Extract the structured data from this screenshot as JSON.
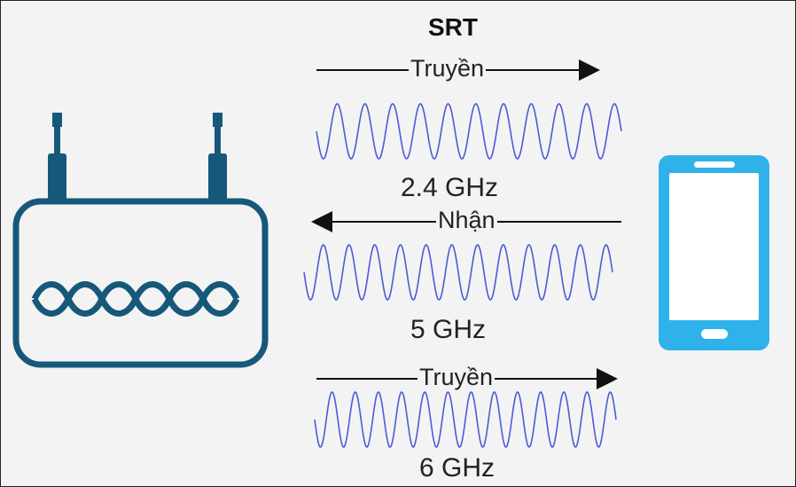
{
  "diagram": {
    "title": "SRT",
    "bands": [
      {
        "direction_label": "Truyền",
        "direction": "right",
        "frequency": "2.4 GHz"
      },
      {
        "direction_label": "Nhận",
        "direction": "left",
        "frequency": "5 GHz"
      },
      {
        "direction_label": "Truyền",
        "direction": "right",
        "frequency": "6 GHz"
      }
    ],
    "colors": {
      "router": "#16587a",
      "phone": "#2fb2ea",
      "wave": "#4a5bd6",
      "arrow": "#111111"
    },
    "icons": [
      "router-icon",
      "smartphone-icon"
    ]
  }
}
